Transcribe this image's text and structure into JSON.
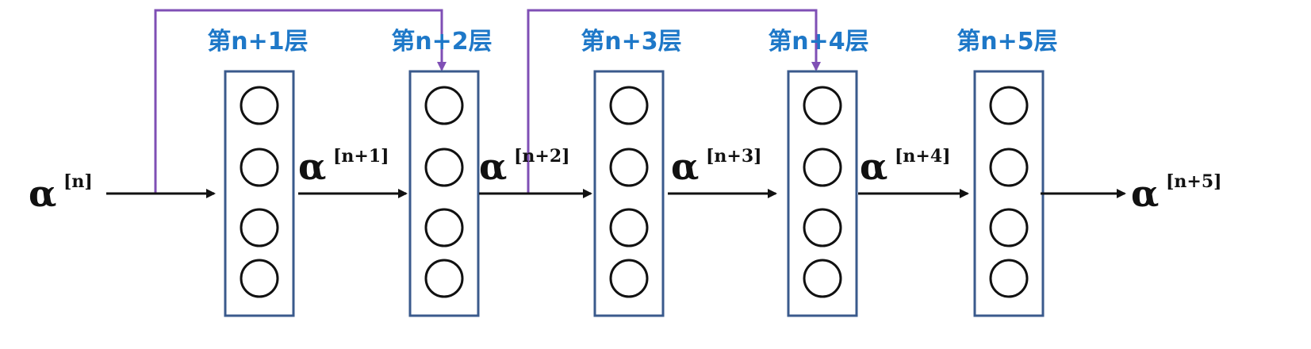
{
  "colors": {
    "layer_label": "#1e78c8",
    "layer_box": "#3a5a8c",
    "skip_connection": "#7f4fb5",
    "arrow": "#111111",
    "neuron": "#111111"
  },
  "layers": [
    {
      "label": "第n+1层",
      "neurons": 4
    },
    {
      "label": "第n+2层",
      "neurons": 4
    },
    {
      "label": "第n+3层",
      "neurons": 4
    },
    {
      "label": "第n+4层",
      "neurons": 4
    },
    {
      "label": "第n+5层",
      "neurons": 4
    }
  ],
  "activations": [
    {
      "symbol": "α",
      "superscript": "[n]"
    },
    {
      "symbol": "α",
      "superscript": "[n+1]"
    },
    {
      "symbol": "α",
      "superscript": "[n+2]"
    },
    {
      "symbol": "α",
      "superscript": "[n+3]"
    },
    {
      "symbol": "α",
      "superscript": "[n+4]"
    },
    {
      "symbol": "α",
      "superscript": "[n+5]"
    }
  ],
  "skip_connections": [
    {
      "from_activation": 0,
      "to_layer": 1
    },
    {
      "from_activation": 2,
      "to_layer": 3
    }
  ]
}
